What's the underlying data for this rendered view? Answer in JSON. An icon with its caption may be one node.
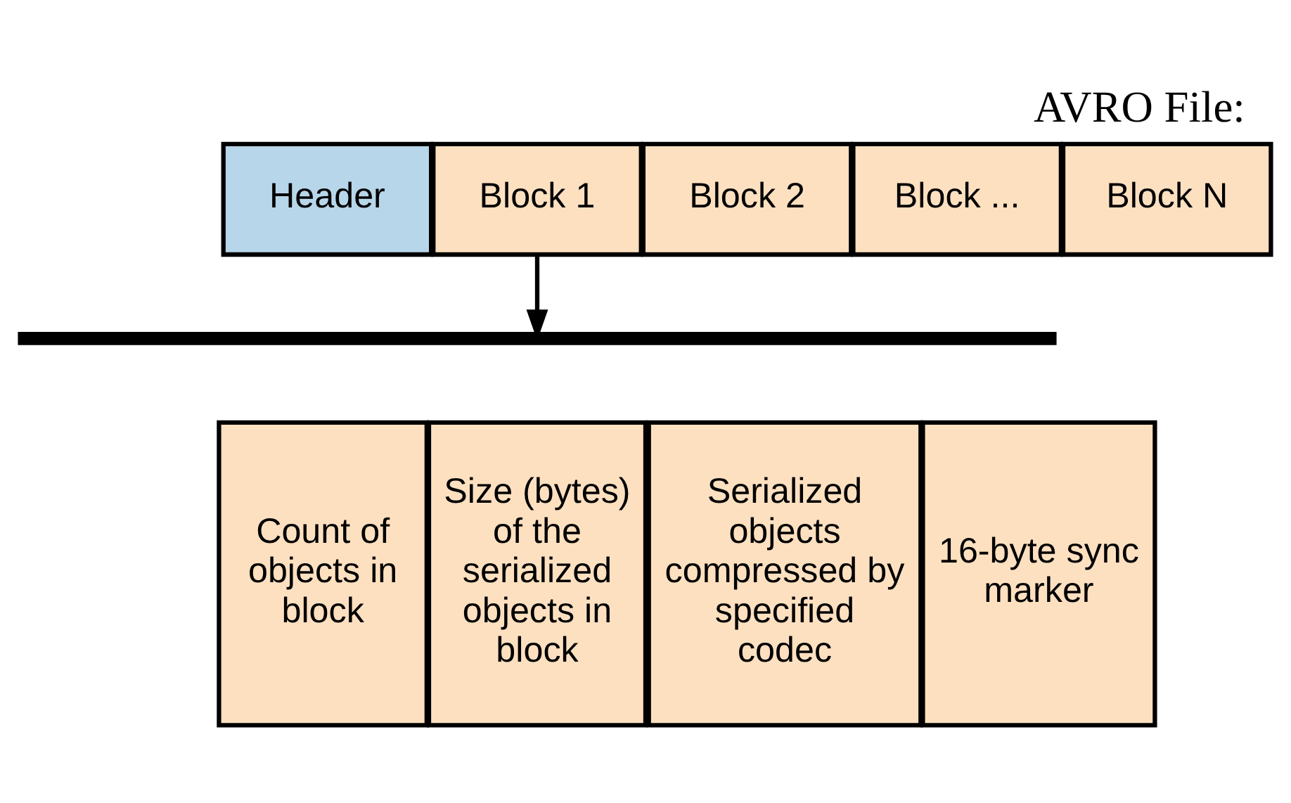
{
  "diagram": {
    "title": "AVRO File:",
    "nodes": [
      {
        "text": [
          "Header"
        ]
      },
      {
        "text": [
          "Block 1"
        ]
      },
      {
        "text": [
          "Block 2"
        ]
      },
      {
        "text": [
          "Block ..."
        ]
      },
      {
        "text": [
          "Block N"
        ]
      },
      {
        "text": [],
        "shape": "bar"
      },
      {
        "text": [
          "Count of objects in block"
        ]
      },
      {
        "text": [
          "Size (bytes) of the serialized objects in block"
        ]
      },
      {
        "text": [
          "Serialized objects compressed by specified codec"
        ]
      },
      {
        "text": [
          "16-byte sync marker"
        ]
      }
    ],
    "edges": [
      {
        "from": 1,
        "to": 5,
        "arrow": "to"
      }
    ]
  }
}
